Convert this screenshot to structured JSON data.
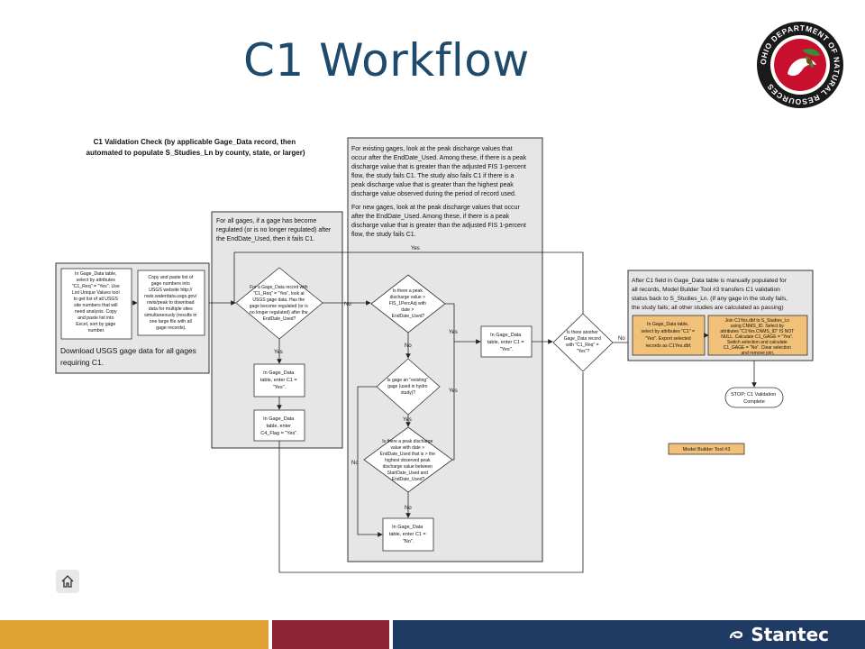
{
  "slide": {
    "title": "C1 Workflow"
  },
  "seal": {
    "ring_text": "OHIO DEPARTMENT OF NATURAL RESOURCES",
    "colors": {
      "ring": "#1a1a1a",
      "inner": "#c8102e",
      "leaf": "#3a8a3a"
    }
  },
  "diagram": {
    "heading": [
      "C1 Validation Check (by applicable Gage_Data record, then",
      "automated to populate S_Studies_Ln by county, state, or larger)"
    ],
    "download_box": {
      "step1": [
        "In Gage_Data table,",
        "select by attributes",
        "\"C1_Req\" = \"Yes\". Use",
        "List Unique Values tool",
        "to get list of all USGS",
        "site numbers that will",
        "need analysis. Copy",
        "and paste list into",
        "Excel, sort by gage",
        "number."
      ],
      "step2": [
        "Copy and paste list of",
        "gage numbers into",
        "USGS website http://",
        "nwis.waterdata.usgs.gov/",
        "nwis/peak to download",
        "data for multiple sites",
        "simultaneously (results in",
        "one large file with all",
        "gage records)."
      ],
      "caption": [
        "Download USGS gage data for all gages",
        "requiring C1."
      ]
    },
    "regulated_panel": {
      "note": [
        "For all gages, if a gage has become",
        "regulated (or is no longer regulated) after",
        "the EndDate_Used, then it fails C1."
      ],
      "decision": [
        "For a Gage_Data record with",
        "\"C1_Req\" = \"Yes\", look at",
        "USGS gage data. Has the",
        "gage become regulated (or is",
        "no longer regulated) after the",
        "EndDate_Used?"
      ],
      "enter_yes": [
        "In Gage_Data",
        "table, enter C1 =",
        "\"Yes\"."
      ],
      "enter_c4": [
        "In Gage_Data",
        "table, enter",
        "C4_Flag = \"Yes\"."
      ]
    },
    "peak_panel": {
      "note_existing": [
        "For existing gages, look at the peak discharge values that",
        "occur after the EndDate_Used. Among these, if there is a peak",
        "discharge value that is greater than the adjusted FIS 1-percent",
        "flow, the study fails C1. The study also fails C1 if there is a",
        "peak discharge value that is greater than the highest peak",
        "discharge value observed during the period of record used."
      ],
      "note_new": [
        "For new gages, look at the peak discharge values that occur",
        "after the EndDate_Used. Among these, if there is a peak",
        "discharge value that is greater than the adjusted FIS 1-percent",
        "flow, the study fails C1."
      ],
      "decision_peak": [
        "Is there a peak",
        "discharge value >",
        "FIS_1PercAdj with",
        "date >",
        "EndDate_Used?"
      ],
      "decision_existing": [
        "Is gage an \"existing\"",
        "gage (used in hydro",
        "study)?"
      ],
      "decision_highest": [
        "Is there a peak discharge",
        "value with date >",
        "EndDate_Used that is > the",
        "highest observed peak",
        "discharge value between",
        "StartDate_Used and",
        "EndDate_Used?"
      ],
      "enter_no": [
        "In Gage_Data",
        "table, enter C1 =",
        "\"No\"."
      ]
    },
    "enter_yes_mid": [
      "In Gage_Data",
      "table, enter C1 =",
      "\"Yes\"."
    ],
    "decision_another": [
      "Is there another",
      "Gage_Data record",
      "with \"C1_Req\" =",
      "\"Yes\"?"
    ],
    "tool_panel": {
      "note": [
        "After C1 field in Gage_Data table is manually populated for",
        "all records, Model Builder Tool #3 transfers C1 validation",
        "status back to S_Studies_Ln. (If any gage in the study fails,",
        "the study fails; all other studies are calculated as passing)"
      ],
      "select_box": [
        "In Gage_Data table,",
        "select by attributes \"C1\" =",
        "\"Yes\". Export selected",
        "records as C1Yes.dbf."
      ],
      "join_box": [
        "Join C1Yes.dbf to S_Studies_Ln",
        "using CNMS_ID. Select by",
        "attributes \"C1Yes.CNMS_ID\" IS NOT",
        "NULL. Calculate C1_GAGE = \"Yes\".",
        "Switch selection and calculate",
        "C1_GAGE = \"No\". Clear selection",
        "and remove join."
      ]
    },
    "stop": [
      "STOP; C1 Validation",
      "Complete"
    ],
    "tool_label": "Model Builder Tool #3",
    "labels": {
      "yes": "Yes",
      "no": "No"
    },
    "colors": {
      "panel": "#e6e6e6",
      "box_fill": "#ffffff",
      "tan": "#f1c17a",
      "line": "#222222"
    }
  },
  "footer": {
    "brand": "Stantec",
    "colors": {
      "gold": "#e0a235",
      "maroon": "#8a2432",
      "navy": "#1f3a63"
    }
  }
}
